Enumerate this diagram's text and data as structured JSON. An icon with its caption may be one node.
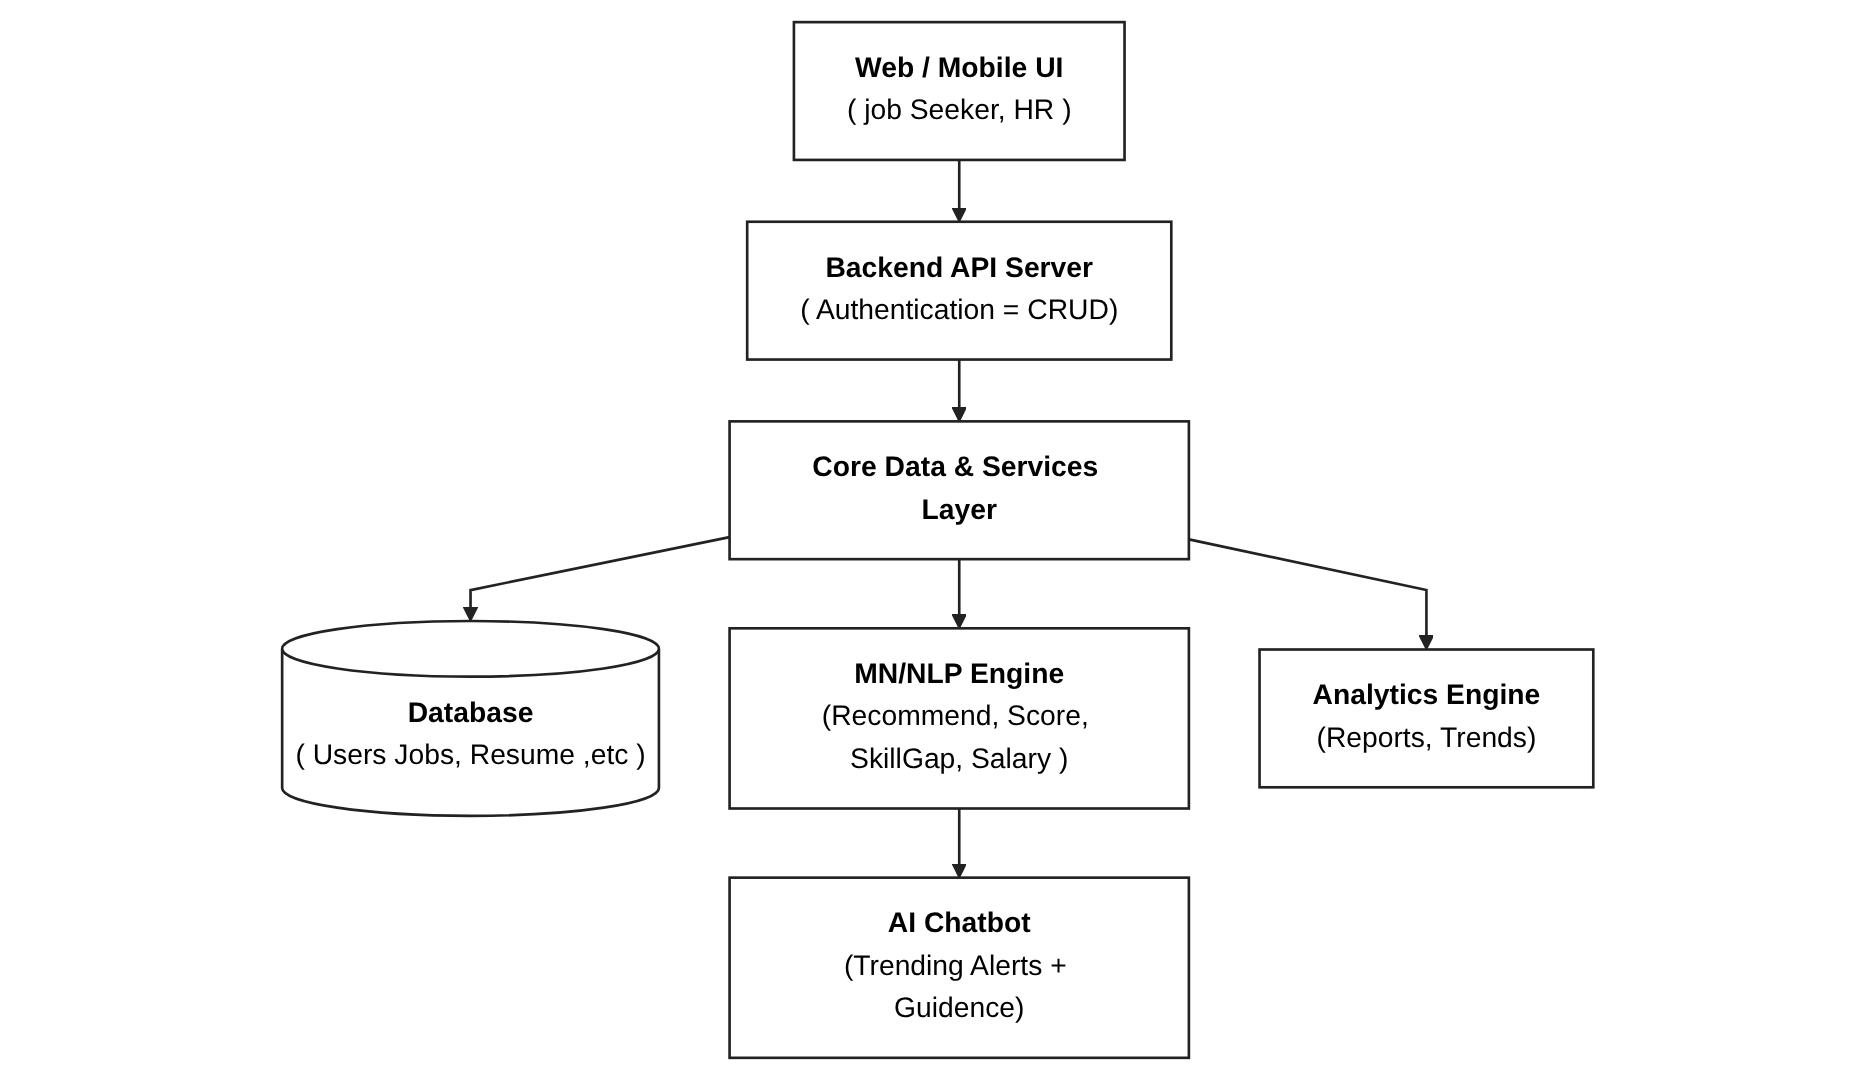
{
  "diagram": {
    "nodes": [
      {
        "text": [
          "Web / Mobile UI",
          "( job Seeker, HR )"
        ]
      },
      {
        "text": [
          "Backend API Server",
          "( Authentication = CRUD)"
        ]
      },
      {
        "text": [
          "Core Data & Services Layer"
        ]
      },
      {
        "text": [
          "Database",
          "( Users Jobs, Resume ,etc )"
        ]
      },
      {
        "text": [
          "MN/NLP Engine",
          "(Recommend, Score, SkillGap, Salary )"
        ]
      },
      {
        "text": [
          "Analytics Engine",
          "(Reports, Trends)"
        ]
      },
      {
        "text": [
          "AI Chatbot",
          "(Trending Alerts + Guidence)"
        ]
      }
    ],
    "edges": [
      {
        "from": 0,
        "to": 1,
        "arrow": "to"
      },
      {
        "from": 1,
        "to": 2,
        "arrow": "to"
      },
      {
        "from": 2,
        "to": 3,
        "arrow": "to"
      },
      {
        "from": 2,
        "to": 4,
        "arrow": "to"
      },
      {
        "from": 2,
        "to": 5,
        "arrow": "to"
      },
      {
        "from": 4,
        "to": 6,
        "arrow": "to"
      }
    ]
  }
}
